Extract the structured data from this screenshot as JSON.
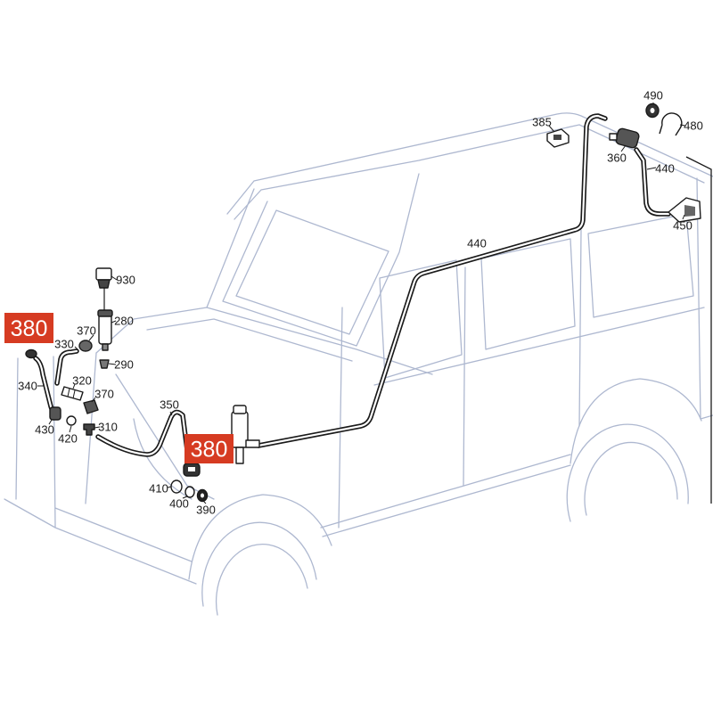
{
  "diagram": {
    "callouts": [
      "490",
      "480",
      "385",
      "360",
      "440",
      "450",
      "440",
      "930",
      "280",
      "370",
      "330",
      "290",
      "340",
      "320",
      "370",
      "350",
      "310",
      "430",
      "420",
      "410",
      "400",
      "390"
    ],
    "highlighted_callouts": [
      "380",
      "380"
    ]
  },
  "colors": {
    "vehicle_outline": "#aeb8d0",
    "hoses_and_parts": "#1a1a1a",
    "highlight": "#d63b22",
    "highlight_text": "#ffffff"
  }
}
